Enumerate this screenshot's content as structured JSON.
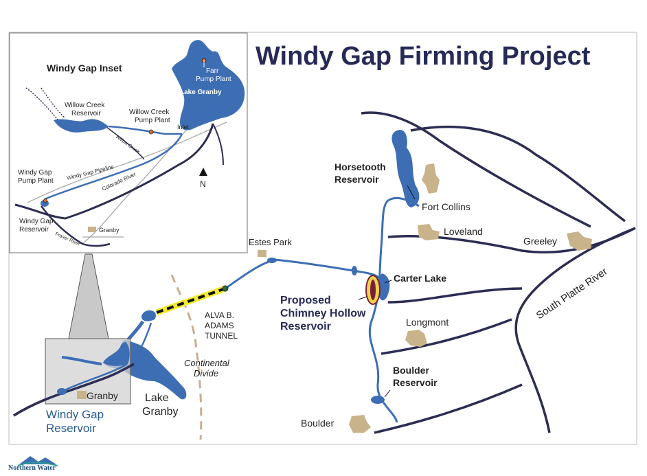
{
  "title": "Windy Gap Firming Project",
  "inset": {
    "title": "Windy Gap Inset",
    "labels": {
      "farr_pump_plant": [
        "Farr",
        "Pump Plant"
      ],
      "lake_granby": "Lake Granby",
      "willow_creek_reservoir": [
        "Willow Creek",
        "Reservoir"
      ],
      "willow_creek_pump_plant": [
        "Willow Creek",
        "Pump Plant"
      ],
      "inlet": "Inlet",
      "willow_creek": "Willow Creek",
      "windy_gap_pipeline": "Windy Gap Pipeline",
      "colorado_river": "Colorado River",
      "windy_gap_pump_plant": [
        "Windy Gap",
        "Pump Plant"
      ],
      "windy_gap_reservoir": [
        "Windy Gap",
        "Reservoir"
      ],
      "granby": "Granby",
      "fraser_river": "Fraser River",
      "north": "N"
    }
  },
  "main": {
    "horsetooth_reservoir": [
      "Horsetooth",
      "Reservoir"
    ],
    "fort_collins": "Fort Collins",
    "loveland": "Loveland",
    "greeley": "Greeley",
    "south_platte_river": "South Platte River",
    "estes_park": "Estes Park",
    "carter_lake": "Carter Lake",
    "chimney_hollow": [
      "Proposed",
      "Chimney Hollow",
      "Reservoir"
    ],
    "alva_adams_tunnel": [
      "ALVA B.",
      "ADAMS",
      "TUNNEL"
    ],
    "continental_divide": [
      "Continental",
      "Divide"
    ],
    "longmont": "Longmont",
    "boulder_reservoir": [
      "Boulder",
      "Reservoir"
    ],
    "boulder": "Boulder",
    "lake_granby": [
      "Lake",
      "Granby"
    ],
    "granby": "Granby",
    "windy_gap_reservoir": [
      "Windy Gap",
      "Reservoir"
    ]
  },
  "logo": {
    "text": "Northern Water"
  },
  "colors": {
    "water": "#3d6eb4",
    "river": "#2c2d52",
    "town": "#c9b38a",
    "tunnel": "#f3ea2c",
    "divide": "#c9ad8e",
    "title": "#262a55",
    "chimney": "#7a1f3a",
    "windy_gap_label": "#2a5d8f"
  }
}
